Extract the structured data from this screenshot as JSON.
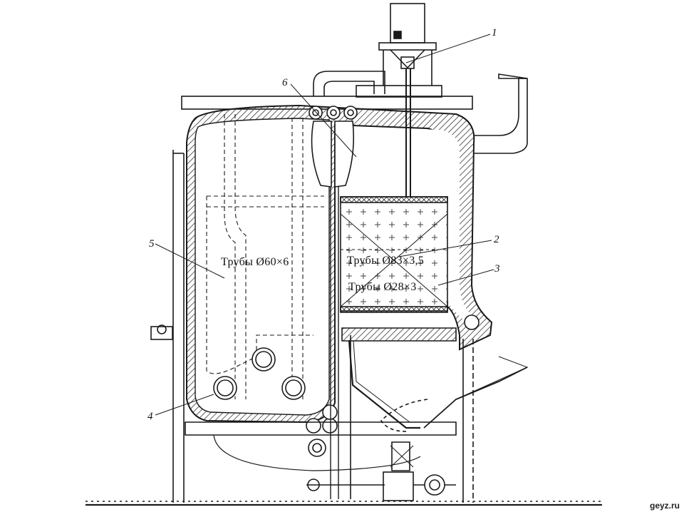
{
  "labels": {
    "callout_1": "1",
    "callout_2": "2",
    "callout_3": "3",
    "callout_4": "4",
    "callout_5": "5",
    "callout_6": "6",
    "pipes_left": "Трубы  Ø60×6",
    "pipes_mid": "Трубы  Ø83×3,5",
    "pipes_low": "Трубы  Ø28×3"
  },
  "watermark": "geyz.ru",
  "colors": {
    "ink": "#1a1a1a",
    "paper": "#ffffff",
    "hatch": "#3a3a3a"
  }
}
